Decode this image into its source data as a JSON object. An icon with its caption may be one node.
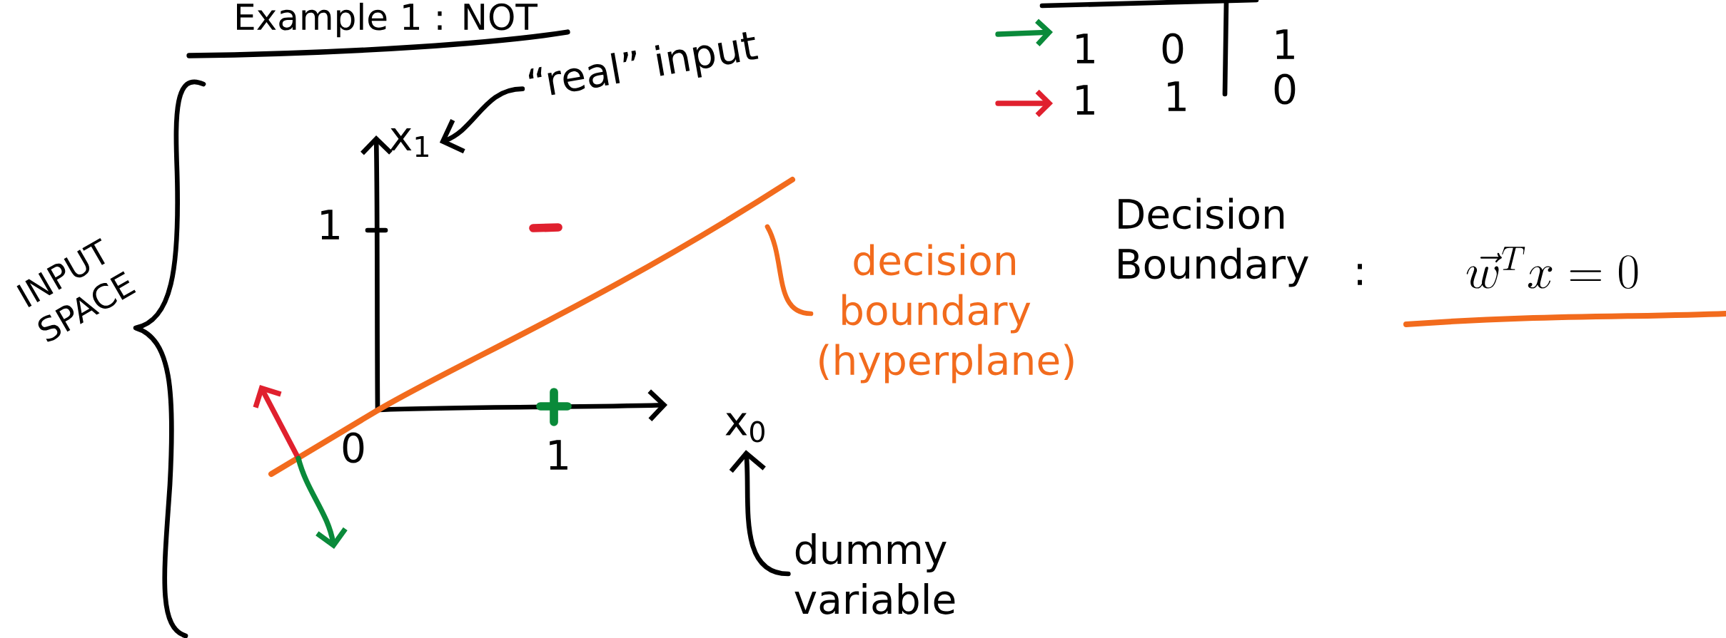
{
  "diagram": {
    "title": "Example 1 : NOT",
    "nodes": [
      {
        "text": [
          "“real” input"
        ]
      },
      {
        "text": [
          "x$_{1}$"
        ]
      },
      {
        "text": [
          "x$_{0}$"
        ]
      },
      {
        "text": [
          "dummy variable"
        ]
      },
      {
        "text": [
          "decision boundary (hyperplane)"
        ]
      }
    ],
    "edges": [
      {
        "from": 0,
        "to": 1,
        "arrow": "to"
      },
      {
        "from": 3,
        "to": 2,
        "arrow": "to"
      },
      {
        "from": 4,
        "to": null,
        "arrow": "none",
        "color": "#f26b1d"
      }
    ],
    "labels": [
      "1",
      "0",
      "1",
      "1",
      "1",
      "0",
      "INPUT SPACE",
      "1",
      "0",
      "1",
      "Decision Boundary",
      ":",
      "\\vec{w}^{T} x = 0"
    ]
  }
}
